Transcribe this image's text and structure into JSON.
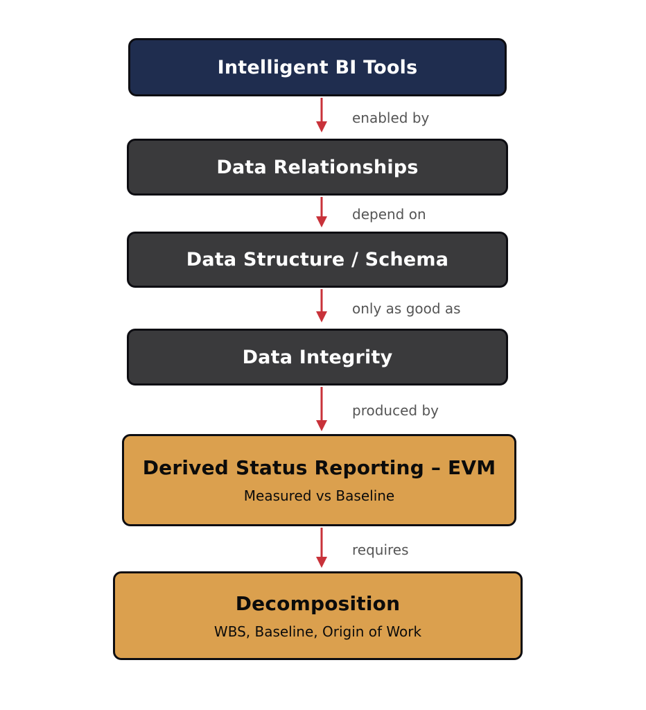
{
  "nodes": [
    {
      "title": "Intelligent BI Tools",
      "subtitle": ""
    },
    {
      "title": "Data Relationships",
      "subtitle": ""
    },
    {
      "title": "Data Structure / Schema",
      "subtitle": ""
    },
    {
      "title": "Data Integrity",
      "subtitle": ""
    },
    {
      "title": "Derived Status Reporting – EVM",
      "subtitle": "Measured vs Baseline"
    },
    {
      "title": "Decomposition",
      "subtitle": "WBS, Baseline, Origin of Work"
    }
  ],
  "connectors": [
    {
      "label": "enabled by"
    },
    {
      "label": "depend on"
    },
    {
      "label": "only as good as"
    },
    {
      "label": "produced by"
    },
    {
      "label": "requires"
    }
  ],
  "colors": {
    "navy_box": "#1f2d4f",
    "dark_box": "#3a3a3c",
    "gold_box": "#dba04e",
    "arrow": "#c8323a",
    "border": "#0d0d12",
    "connector_text": "#555555"
  }
}
